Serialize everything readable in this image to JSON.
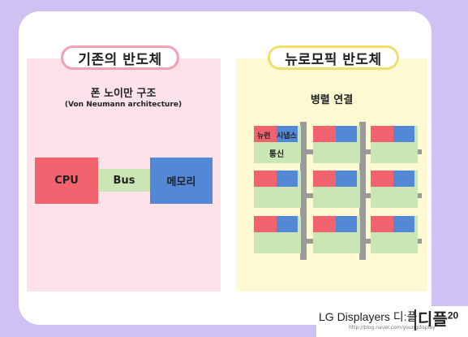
{
  "left": {
    "title": "기존의 반도체",
    "heading": "폰 노이만 구조",
    "subheading": "(Von Neumann architecture)",
    "cpu": "CPU",
    "bus": "Bus",
    "memory": "메모리"
  },
  "right": {
    "title": "뉴로모픽 반도체",
    "heading": "병렬 연결",
    "neuron_label": "뉴런",
    "synapse_label": "시냅스",
    "comm_label": "통신"
  },
  "logo": {
    "text": "LG Displayers 디:플",
    "url": "http://blog.naver.com/youngdisplay",
    "mark": "디플",
    "mark_number": "20"
  },
  "colors": {
    "background": "#cfc2f3",
    "left_panel": "#fde3e9",
    "right_panel": "#fdfad2",
    "cpu": "#f3636f",
    "memory": "#5288d6",
    "bus": "#c9e6b4"
  }
}
